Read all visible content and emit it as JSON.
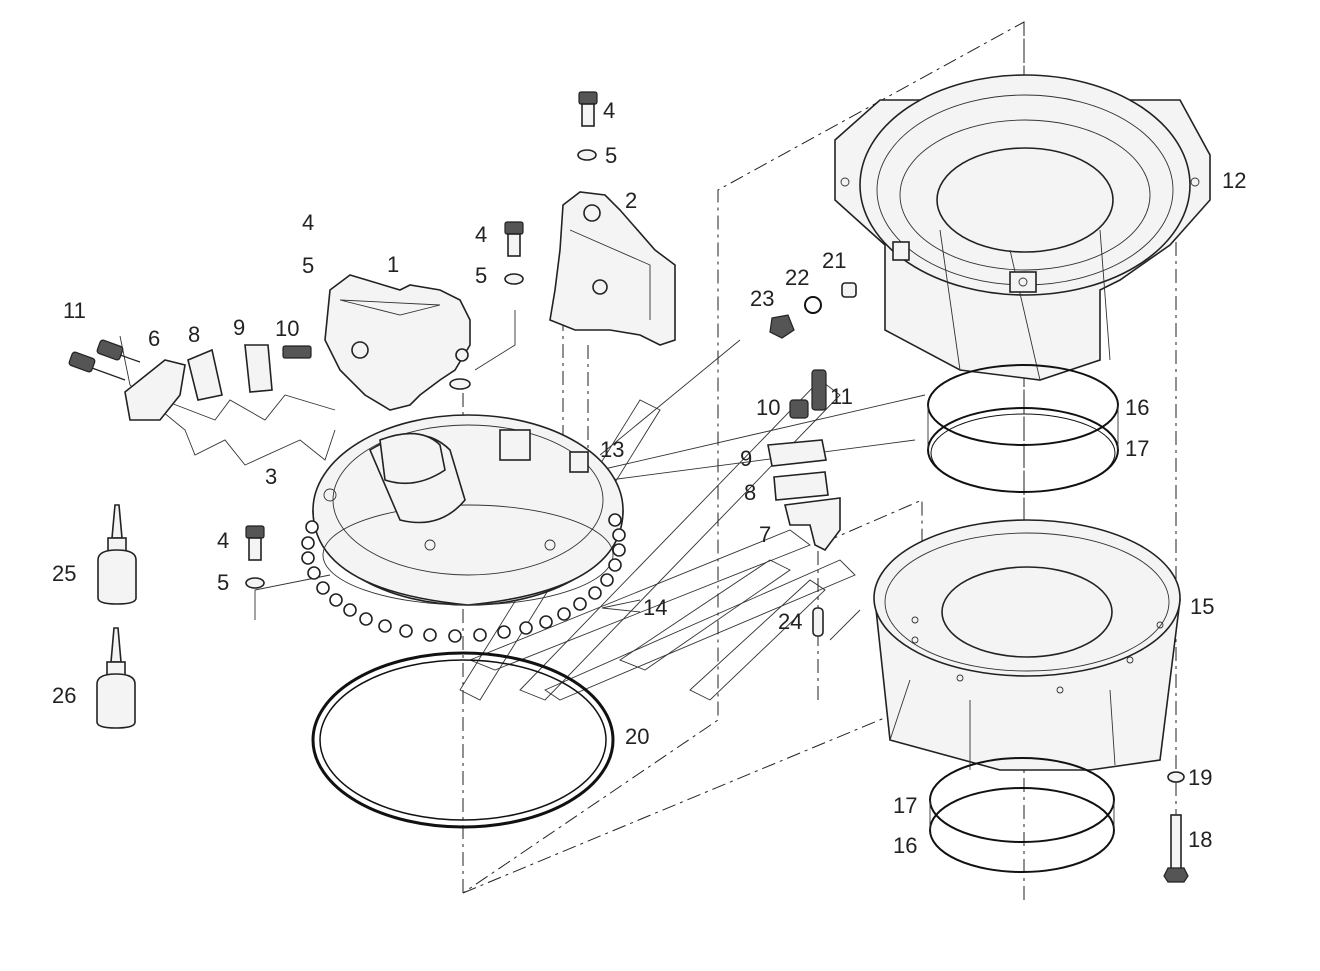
{
  "labels": {
    "l1": "1",
    "l2": "2",
    "l3": "3",
    "l4a": "4",
    "l5a": "5",
    "l4b": "4",
    "l5b": "5",
    "l4c": "4",
    "l5c": "5",
    "l4d": "4",
    "l5d": "5",
    "l6": "6",
    "l7": "7",
    "l8a": "8",
    "l8b": "8",
    "l9a": "9",
    "l9b": "9",
    "l10a": "10",
    "l10b": "10",
    "l11a": "11",
    "l11b": "11",
    "l12": "12",
    "l13": "13",
    "l14": "14",
    "l15": "15",
    "l16a": "16",
    "l16b": "16",
    "l17a": "17",
    "l17b": "17",
    "l18": "18",
    "l19": "19",
    "l20": "20",
    "l21": "21",
    "l22": "22",
    "l23": "23",
    "l24": "24",
    "l25": "25",
    "l26": "26"
  }
}
